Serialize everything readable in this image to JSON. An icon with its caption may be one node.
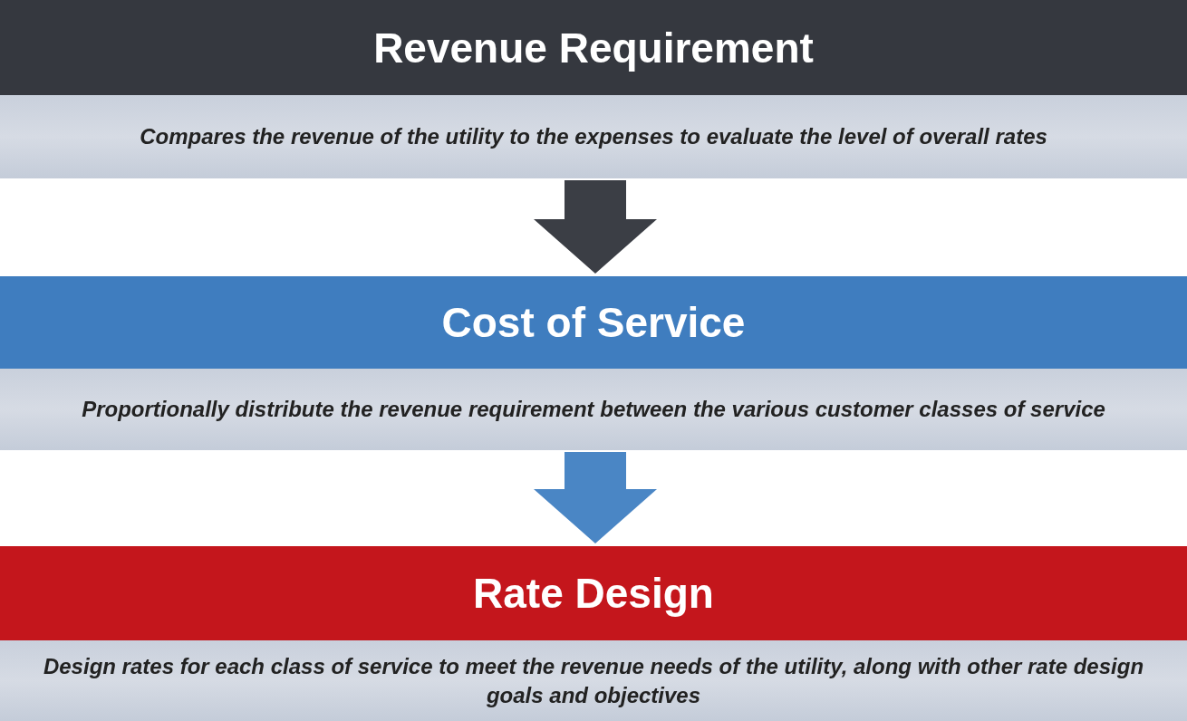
{
  "diagram": {
    "nodes": [
      {
        "text": [
          "Revenue Requirement",
          "Compares the revenue of the utility to the expenses to evaluate the level of overall rates"
        ]
      },
      {
        "text": [
          "Cost of Service",
          "Proportionally distribute the revenue requirement between the various customer classes of service"
        ]
      },
      {
        "text": [
          "Rate Design",
          "Design rates for each class of service to meet the revenue needs of the utility, along with other rate design goals and objectives"
        ]
      }
    ],
    "edges": [
      {
        "from": 0,
        "to": 1,
        "arrow": "to",
        "color": "#3b3e45"
      },
      {
        "from": 1,
        "to": 2,
        "arrow": "to",
        "color": "#4a86c5"
      }
    ]
  }
}
